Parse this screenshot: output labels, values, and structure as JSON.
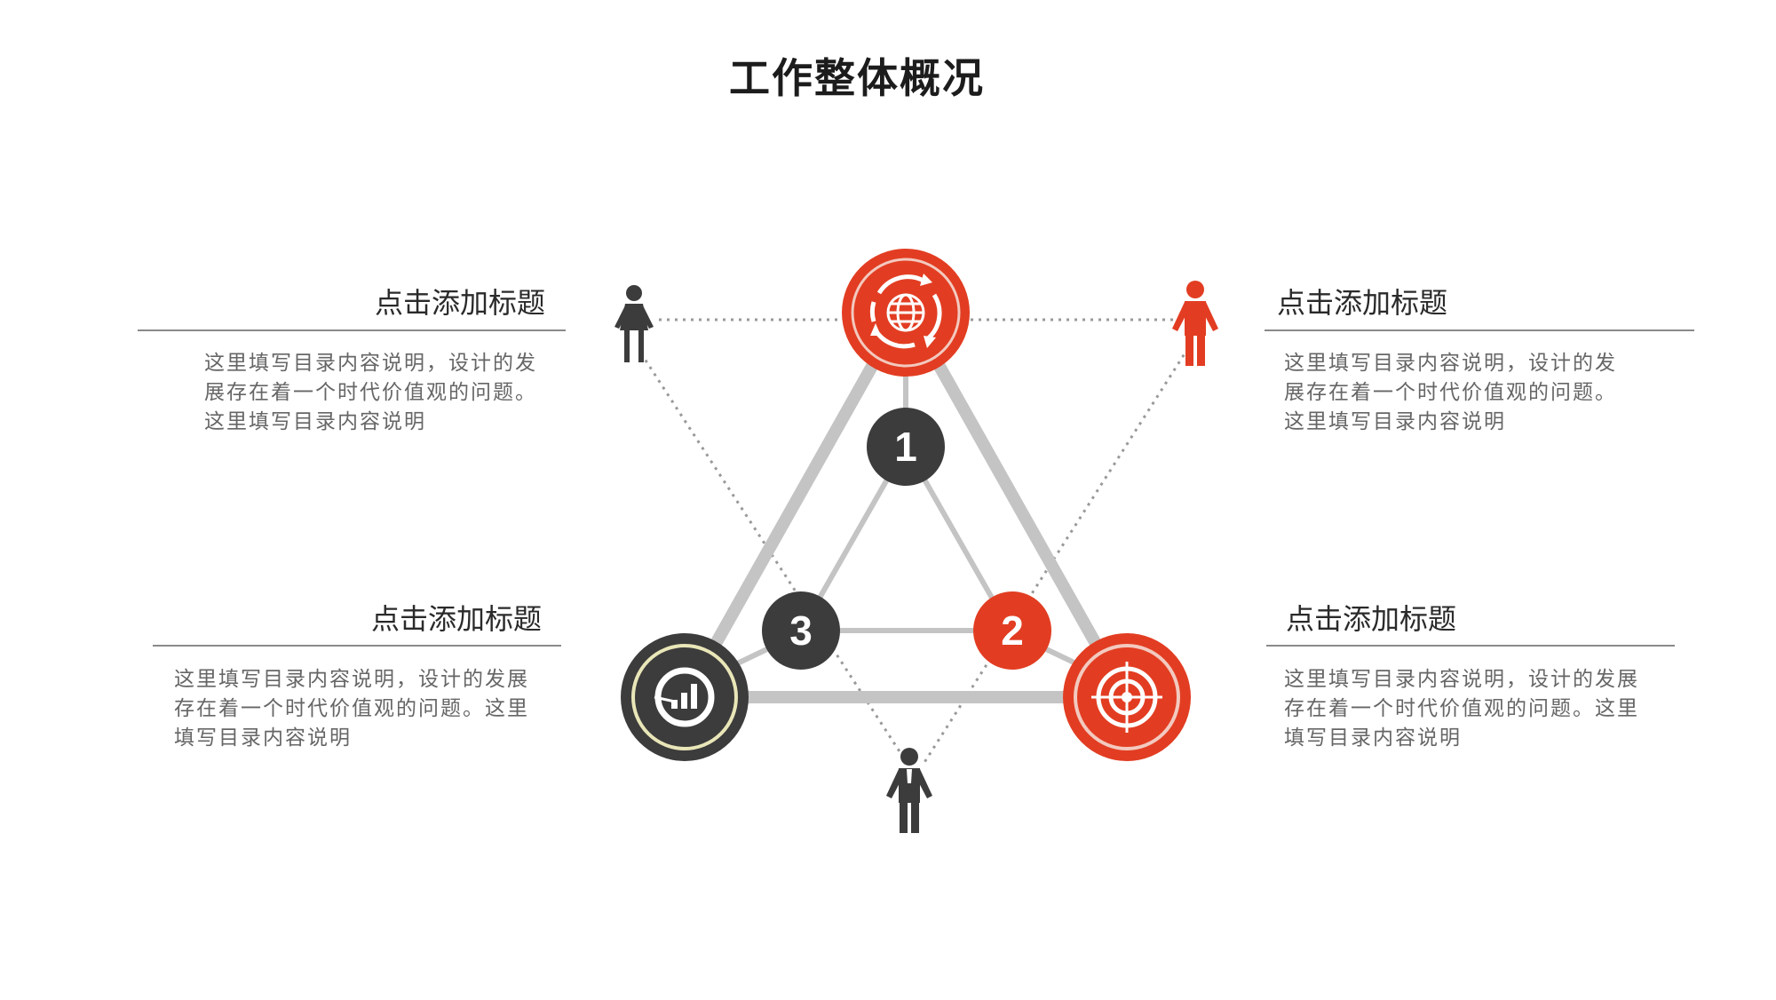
{
  "title": "工作整体概况",
  "colors": {
    "accent": "#e23d22",
    "dark": "#3c3c3c",
    "line": "#c4c4c4",
    "dotted": "#999999",
    "ring": "#e9e6b8"
  },
  "nodes": [
    {
      "label": "1",
      "color": "#3c3c3c"
    },
    {
      "label": "2",
      "color": "#e23d22"
    },
    {
      "label": "3",
      "color": "#3c3c3c"
    }
  ],
  "icons": {
    "top": "globe-refresh-icon",
    "bottom_left": "bar-chart-icon",
    "bottom_right": "target-icon",
    "people": [
      "female-person-icon",
      "male-person-icon",
      "male-person-icon"
    ]
  },
  "blocks": {
    "top_left": {
      "heading": "点击添加标题",
      "lines": [
        "这里填写目录内容说明，设计的发",
        "展存在着一个时代价值观的问题。",
        "这里填写目录内容说明"
      ]
    },
    "top_right": {
      "heading": "点击添加标题",
      "lines": [
        "这里填写目录内容说明，设计的发",
        "展存在着一个时代价值观的问题。",
        "这里填写目录内容说明"
      ]
    },
    "bottom_left": {
      "heading": "点击添加标题",
      "lines": [
        "这里填写目录内容说明，设计的发展",
        "存在着一个时代价值观的问题。这里",
        "填写目录内容说明"
      ]
    },
    "bottom_right": {
      "heading": "点击添加标题",
      "lines": [
        "这里填写目录内容说明，设计的发展",
        "存在着一个时代价值观的问题。这里",
        "填写目录内容说明"
      ]
    }
  }
}
